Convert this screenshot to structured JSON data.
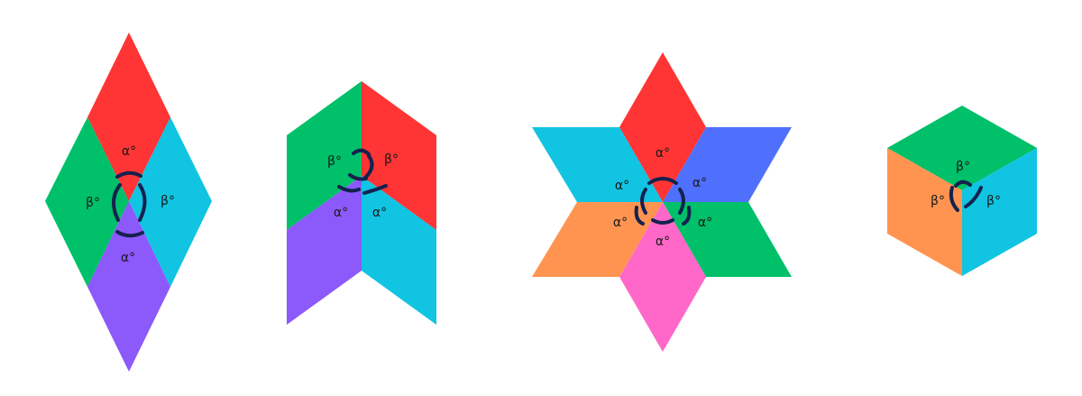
{
  "colors": {
    "red": "#ff3434",
    "green": "#00c06a",
    "cyan": "#10c4e2",
    "purple": "#8c59fb",
    "blue": "#4f70fd",
    "orange": "#ff9451",
    "pink": "#ff68c9",
    "arc": "#14224e"
  },
  "figures": [
    {
      "name": "vertical-rhombus-four-tiles",
      "labels": [
        "α°",
        "β°",
        "β°",
        "α°"
      ]
    },
    {
      "name": "chevron-four-tiles",
      "labels": [
        "β°",
        "β°",
        "α°",
        "α°"
      ]
    },
    {
      "name": "six-point-star",
      "labels": [
        "α°",
        "α°",
        "α°",
        "α°",
        "α°",
        "α°"
      ]
    },
    {
      "name": "hexagon-cube",
      "labels": [
        "β°",
        "β°",
        "β°"
      ]
    }
  ]
}
